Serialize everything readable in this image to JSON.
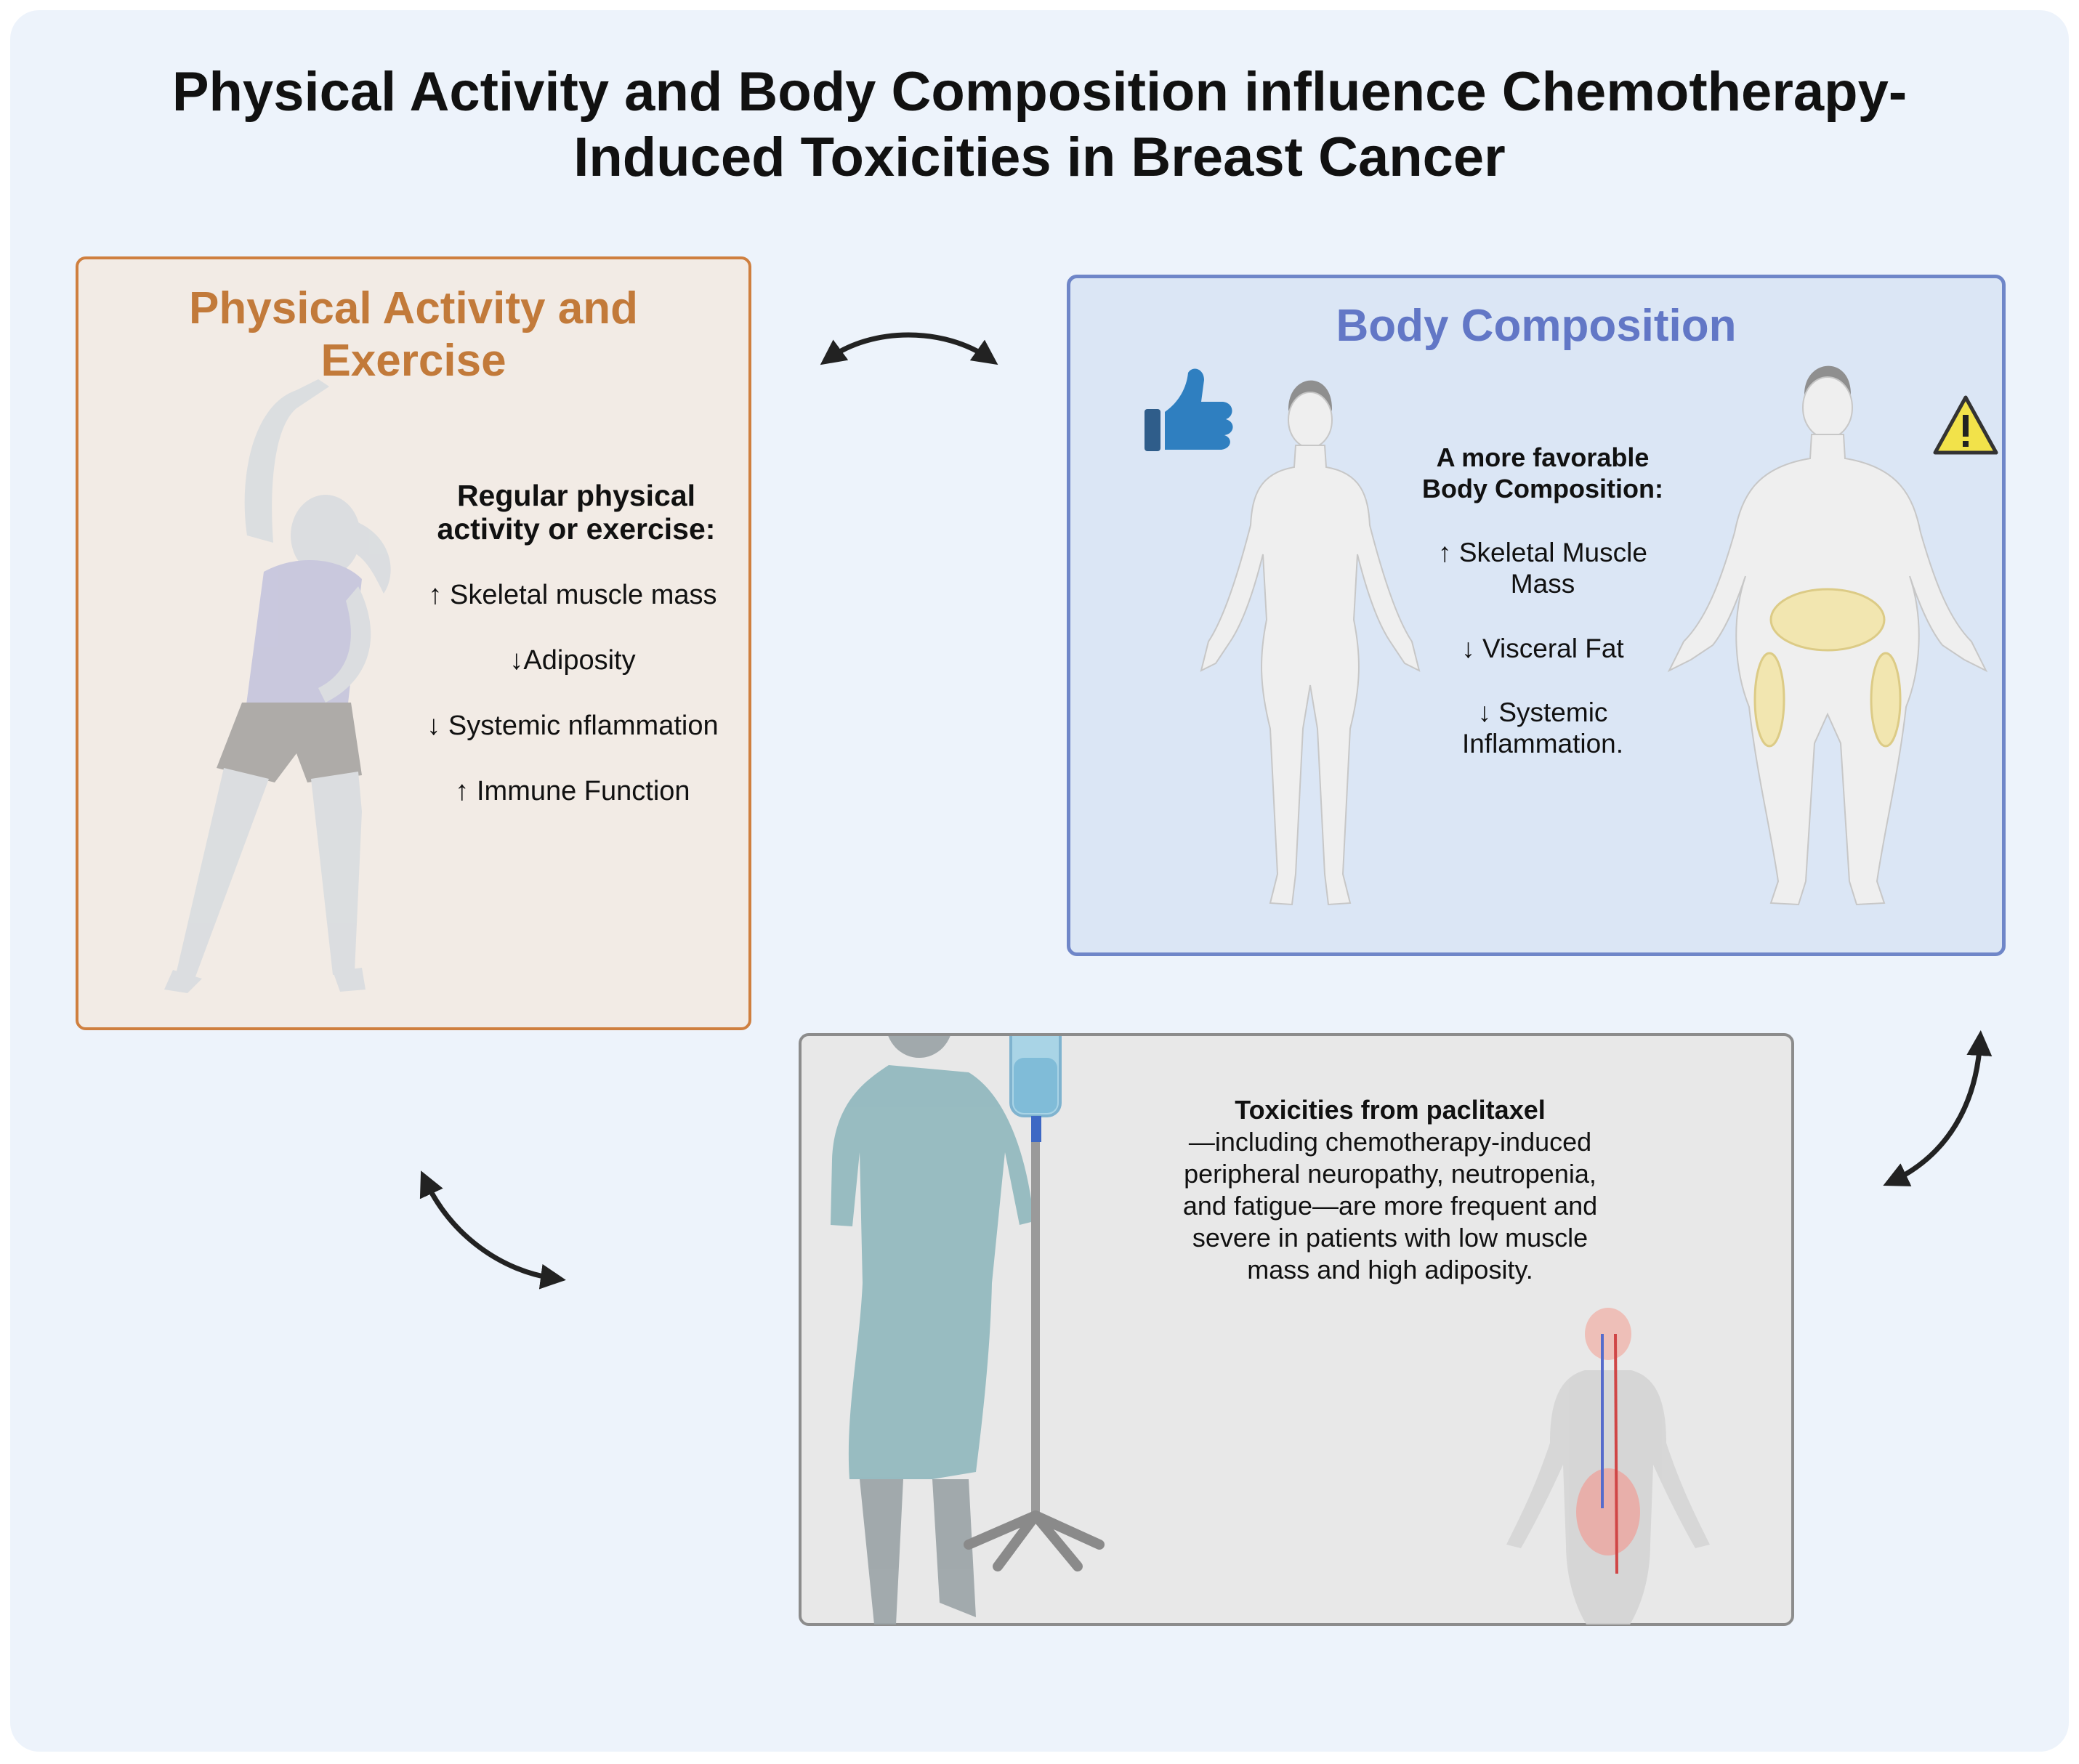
{
  "title": {
    "line1": "Physical Activity and Body Composition influence Chemotherapy-",
    "line2": "Induced Toxicities in Breast Cancer"
  },
  "physical_activity": {
    "title_line1": "Physical Activity and",
    "title_line2": "Exercise",
    "heading_line1": "Regular physical",
    "heading_line2": "activity or exercise:",
    "items": [
      "↑ Skeletal muscle mass",
      "↓Adiposity",
      "↓ Systemic nflammation",
      "↑ Immune Function"
    ]
  },
  "body_composition": {
    "title": "Body Composition",
    "heading_line1": "A more favorable",
    "heading_line2": "Body Composition:",
    "items": [
      {
        "line1": "↑ Skeletal Muscle",
        "line2": "Mass"
      },
      {
        "line1": "↓ Visceral Fat",
        "line2": ""
      },
      {
        "line1": "↓  Systemic",
        "line2": "Inflammation."
      }
    ]
  },
  "toxicities": {
    "heading": "Toxicities from paclitaxel",
    "lines": [
      "—including chemotherapy-induced",
      "peripheral neuropathy, neutropenia,",
      "and fatigue—are more frequent and",
      "severe in patients with low muscle",
      "mass and high adiposity."
    ]
  },
  "colors": {
    "pa_border": "#cf7f3f",
    "pa_title": "#c27a3a",
    "bc_border": "#6f86c8",
    "bc_title": "#6277c6",
    "tox_border": "#8c8c8c",
    "arrow": "#222222",
    "thumb": "#2f7fc0",
    "warning": "#f2e24a",
    "fat": "#f2e6b0"
  },
  "icons": [
    "thumbs-up-icon",
    "warning-icon",
    "double-arrow-icon"
  ]
}
